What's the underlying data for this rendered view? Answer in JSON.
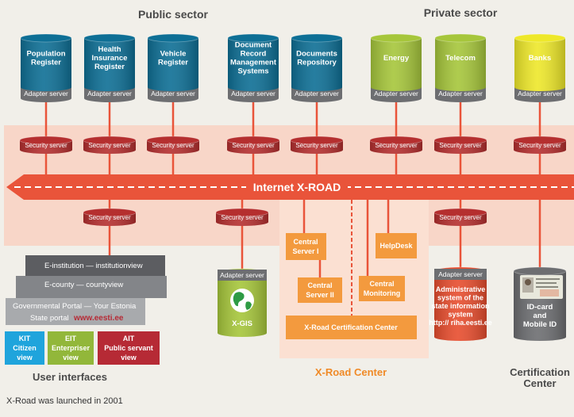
{
  "headings": {
    "public_sector": "Public sector",
    "private_sector": "Private sector",
    "user_interfaces": "User interfaces",
    "xroad_center": "X-Road Center",
    "certification_center_line1": "Certification",
    "certification_center_line2": "Center"
  },
  "databases": [
    {
      "lines": [
        "Population",
        "Register"
      ]
    },
    {
      "lines": [
        "Health",
        "Insurance",
        "Register"
      ]
    },
    {
      "lines": [
        "Vehicle",
        "Register"
      ]
    },
    {
      "lines": [
        "Document",
        "Record",
        "Management",
        "Systems"
      ]
    },
    {
      "lines": [
        "Documents",
        "Repository"
      ]
    },
    {
      "lines": [
        "Energy"
      ]
    },
    {
      "lines": [
        "Telecom"
      ]
    },
    {
      "lines": [
        "Banks"
      ]
    }
  ],
  "adapter_label": "Adapter server",
  "security_label": "Security server",
  "backbone_label": "Internet X-ROAD",
  "center": {
    "central_server_1": [
      "Central",
      "Server I"
    ],
    "central_server_2": [
      "Central",
      "Server II"
    ],
    "central_monitoring": [
      "Central",
      "Monitoring"
    ],
    "helpdesk": "HelpDesk",
    "certification_center": "X-Road Certification Center"
  },
  "xgis": {
    "label": "X-GIS"
  },
  "riha": {
    "lines": [
      "Administrative",
      "system of the",
      "state information",
      "system",
      "http:// riha.eesti.ee"
    ]
  },
  "idcard": {
    "lines": [
      "ID-card",
      "and",
      "Mobile ID"
    ]
  },
  "user_interfaces": {
    "e_institution": "E-institution — institutionview",
    "e_county": "E-county — countyview",
    "gov_portal": "Governmental Portal — Your Estonia",
    "state_portal_label": "State portal",
    "state_portal_url": "www.eesti.ee",
    "kit": [
      "KIT",
      "Citizen",
      "view"
    ],
    "eit": [
      "EIT",
      "Enterpriser",
      "view"
    ],
    "ait": [
      "AIT",
      "Public servant",
      "view"
    ]
  },
  "footer": "X-Road was launched in 2001",
  "colors": {
    "teal": "#0e6f95",
    "green": "#a6c63b",
    "yellow": "#eee82a",
    "adapter_gray": "#6d6e71",
    "security_red": "#b52f2f",
    "backbone": "#e9543a",
    "orange": "#f39a3e",
    "band": "#f8d6c8",
    "center_bg": "#fbe0d2",
    "panel_dark": "#5c5d61",
    "ui_blue": "#1fa4dc",
    "ui_green": "#92b73a",
    "ui_red": "#b62a35",
    "heading_orange": "#f08a27",
    "riha_red": "#e74d2e"
  }
}
